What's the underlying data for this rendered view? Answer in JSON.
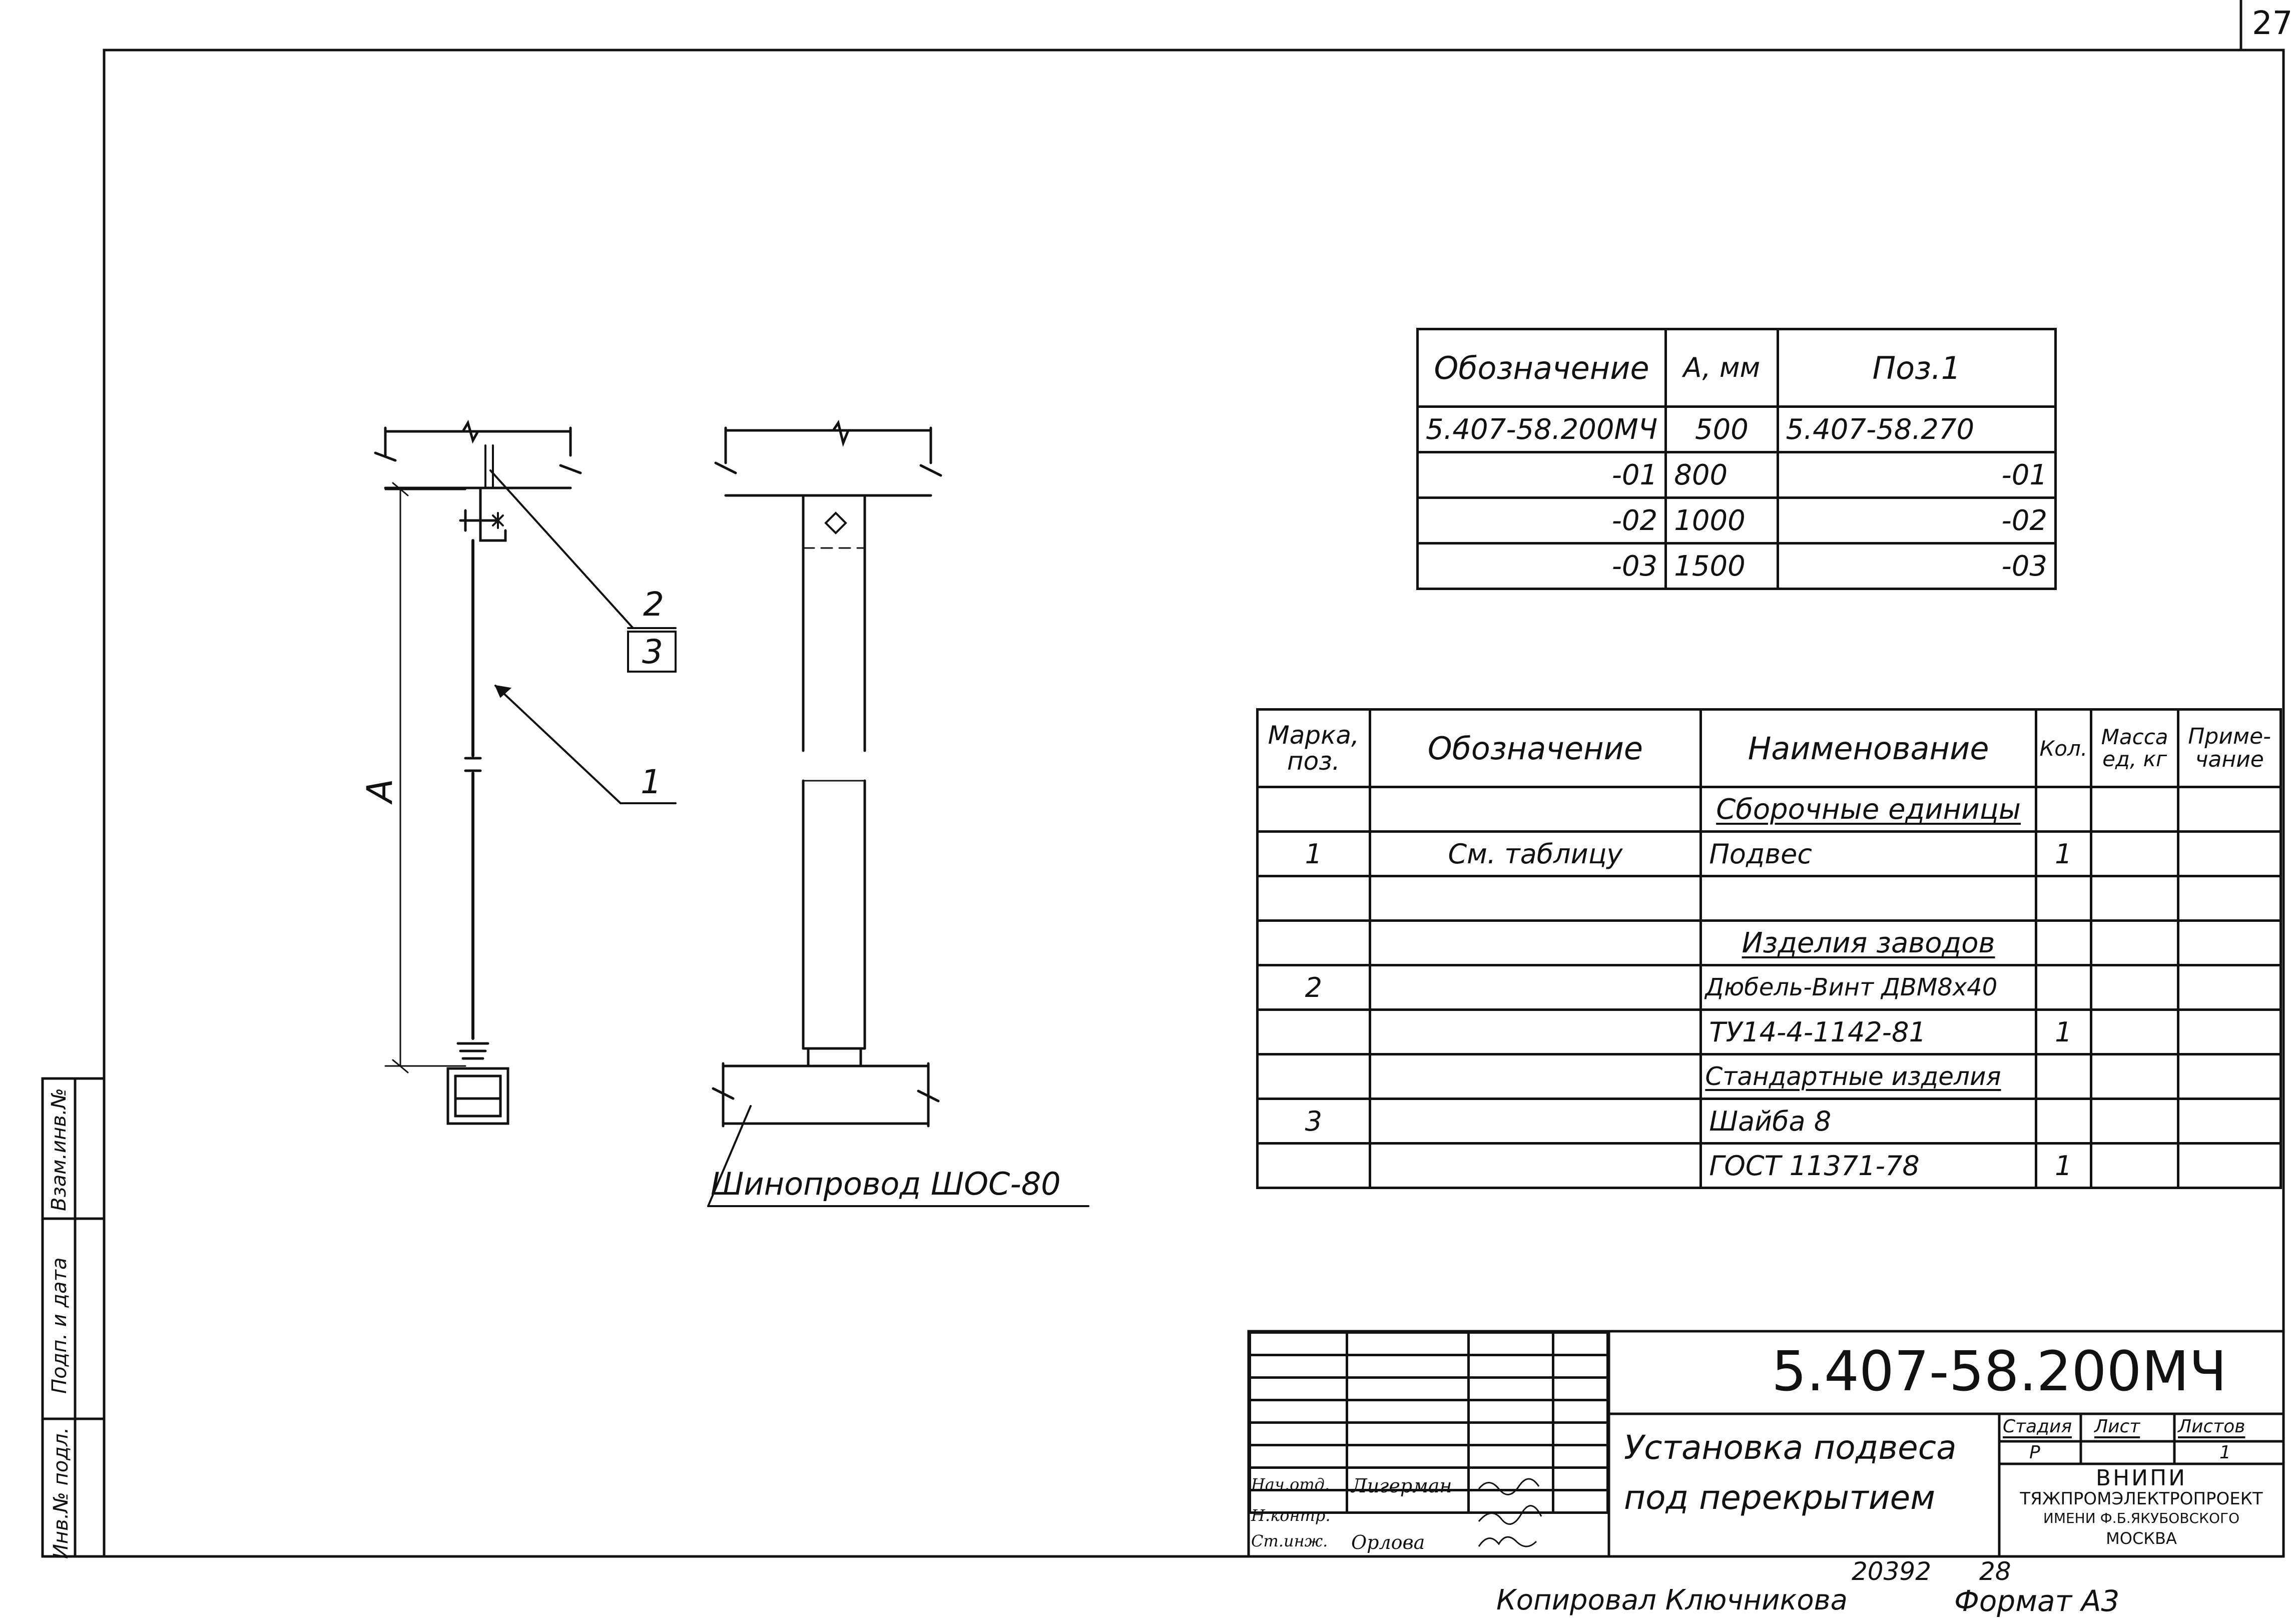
{
  "page_number": "27",
  "callouts": {
    "pos1": "1",
    "pos2": "2",
    "pos3": "3",
    "dim": "A"
  },
  "busbar_label": "Шинопровод ШОС-80",
  "designation_table": {
    "headers": [
      "Обозначение",
      "A, мм",
      "Поз.1"
    ],
    "rows": [
      [
        "5.407-58.200МЧ",
        "500",
        "5.407-58.270"
      ],
      [
        "-01",
        "800",
        "-01"
      ],
      [
        "-02",
        "1000",
        "-02"
      ],
      [
        "-03",
        "1500",
        "-03"
      ]
    ]
  },
  "spec_table": {
    "headers": [
      "Марка, поз.",
      "Обозначение",
      "Наименование",
      "Кол.",
      "Масса ед, кг",
      "Приме-чание"
    ],
    "rows": [
      [
        "",
        "",
        "Сборочные единицы",
        "",
        "",
        ""
      ],
      [
        "1",
        "См. таблицу",
        "Подвес",
        "1",
        "",
        ""
      ],
      [
        "",
        "",
        "",
        "",
        "",
        ""
      ],
      [
        "",
        "",
        "Изделия заводов",
        "",
        "",
        ""
      ],
      [
        "2",
        "",
        "Дюбель-Винт ДВМ8х40",
        "",
        "",
        ""
      ],
      [
        "",
        "",
        "ТУ14-4-1142-81",
        "1",
        "",
        ""
      ],
      [
        "",
        "",
        "Стандартные изделия",
        "",
        "",
        ""
      ],
      [
        "3",
        "",
        "Шайба 8",
        "",
        "",
        ""
      ],
      [
        "",
        "",
        "ГОСТ 11371-78",
        "1",
        "",
        ""
      ]
    ]
  },
  "title_block": {
    "doc_number": "5.407-58.200МЧ",
    "title_line1": "Установка подвеса",
    "title_line2": "под перекрытием",
    "stage_label": "Стадия",
    "sheet_label": "Лист",
    "sheets_label": "Листов",
    "stage": "Р",
    "sheets": "1",
    "org1": "ВНИПИ",
    "org2": "ТЯЖПРОМЭЛЕКТРОПРОЕКТ",
    "org3": "ИМЕНИ Ф.Б.ЯКУБОВСКОГО",
    "org4": "МОСКВА",
    "roles": [
      "Нач.отд.",
      "Н.контр.",
      "Ст.инж."
    ],
    "names": [
      "Лигерман",
      "",
      "Орлова"
    ]
  },
  "side_stamp": [
    "Взам.инв.№",
    "Подп. и дата",
    "Инв.№ подл."
  ],
  "bottom": {
    "copied": "Копировал Ключникова",
    "code": "20392",
    "num": "28",
    "format": "Формат А3"
  }
}
